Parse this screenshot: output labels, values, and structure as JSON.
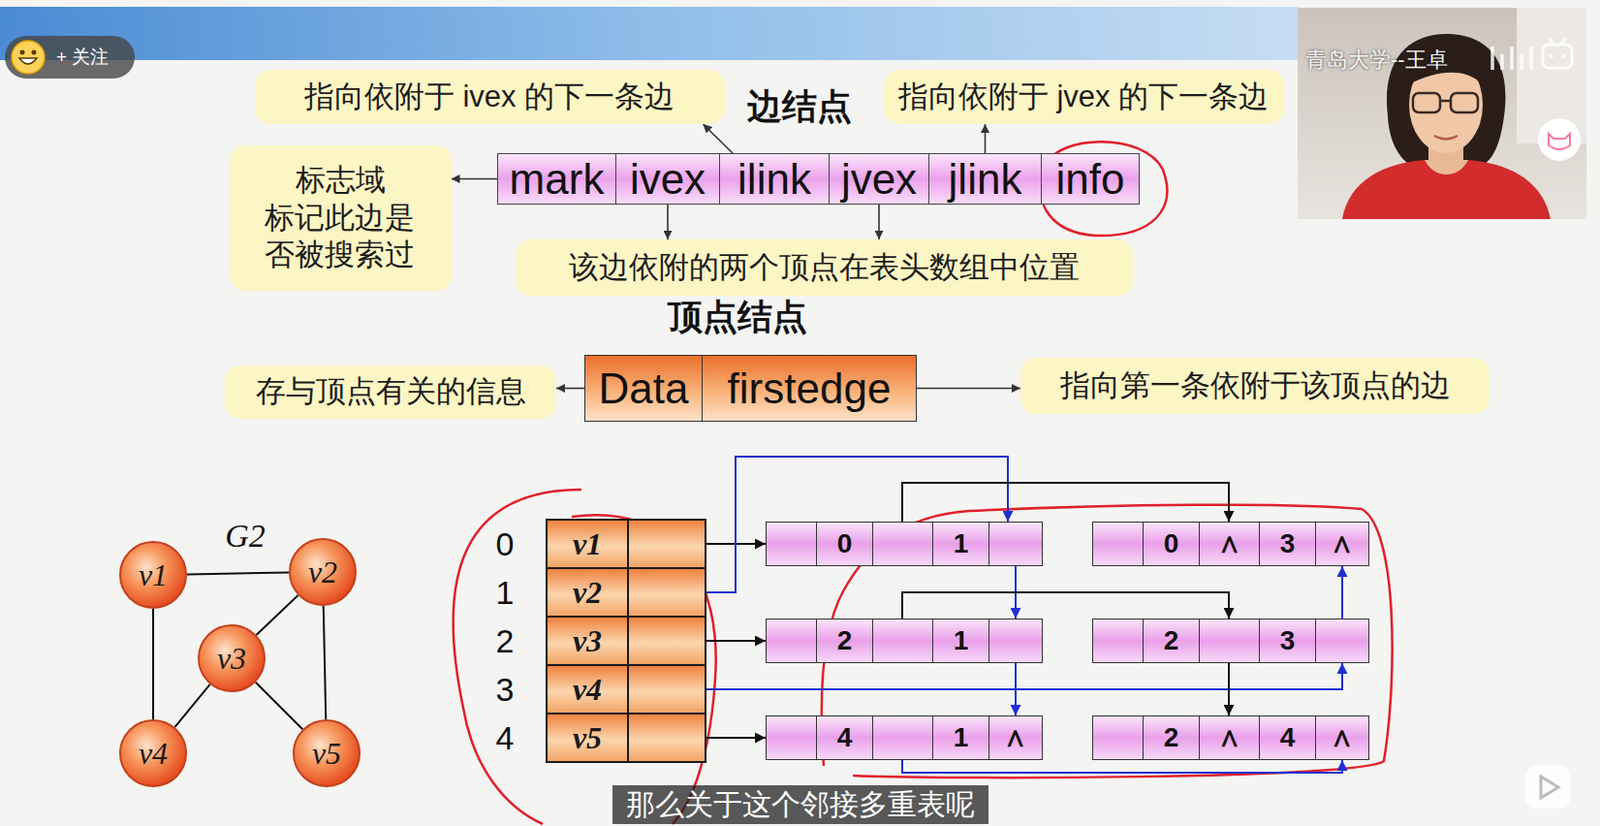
{
  "diagram": {
    "nodes": [
      {
        "text": [
          "指向依附于 ivex 的下一条边"
        ]
      },
      {
        "text": [
          "指向依附于 jvex 的下一条边"
        ]
      },
      {
        "text": [
          "标志域",
          "标记此边是否被搜索过"
        ]
      },
      {
        "text": [
          "mark"
        ]
      },
      {
        "text": [
          "ivex"
        ]
      },
      {
        "text": [
          "ilink"
        ]
      },
      {
        "text": [
          "jvex"
        ]
      },
      {
        "text": [
          "jlink"
        ]
      },
      {
        "text": [
          "info"
        ]
      },
      {
        "text": [
          "该边依附的两个顶点在表头数组中位置"
        ]
      },
      {
        "text": [
          "存与顶点有关的信息"
        ]
      },
      {
        "text": [
          "Data"
        ]
      },
      {
        "text": [
          "firstedge"
        ]
      },
      {
        "text": [
          "指向第一条依附于该顶点的边"
        ]
      },
      {
        "text": [
          "v1"
        ]
      },
      {
        "text": [
          "v2"
        ]
      },
      {
        "text": [
          "v3"
        ]
      },
      {
        "text": [
          "v4"
        ]
      },
      {
        "text": [
          "v5"
        ]
      },
      {
        "text": [
          "v1"
        ]
      },
      {
        "text": [
          "v2"
        ]
      },
      {
        "text": [
          "v3"
        ]
      },
      {
        "text": [
          "v4"
        ]
      },
      {
        "text": [
          "v5"
        ]
      },
      {
        "text": [
          "0",
          "1"
        ]
      },
      {
        "text": [
          "0",
          "∧",
          "3",
          "∧"
        ]
      },
      {
        "text": [
          "2",
          "1"
        ]
      },
      {
        "text": [
          "2",
          "3"
        ]
      },
      {
        "text": [
          "4",
          "1",
          "∧"
        ]
      },
      {
        "text": [
          "2",
          "∧",
          "4",
          "∧"
        ]
      }
    ],
    "edges": [
      {
        "from": 3,
        "to": 2,
        "arrow": "to"
      },
      {
        "from": 5,
        "to": 0,
        "arrow": "to"
      },
      {
        "from": 7,
        "to": 1,
        "arrow": "to"
      },
      {
        "from": 4,
        "to": 9,
        "arrow": "to"
      },
      {
        "from": 6,
        "to": 9,
        "arrow": "to"
      },
      {
        "from": 11,
        "to": 10,
        "arrow": "to"
      },
      {
        "from": 12,
        "to": 13,
        "arrow": "to"
      },
      {
        "from": 14,
        "to": 15,
        "arrow": "none"
      },
      {
        "from": 14,
        "to": 17,
        "arrow": "none"
      },
      {
        "from": 15,
        "to": 16,
        "arrow": "none"
      },
      {
        "from": 15,
        "to": 18,
        "arrow": "none"
      },
      {
        "from": 16,
        "to": 17,
        "arrow": "none"
      },
      {
        "from": 16,
        "to": 18,
        "arrow": "none"
      },
      {
        "from": 19,
        "to": 24,
        "arrow": "to"
      },
      {
        "from": 20,
        "to": 24,
        "arrow": "to"
      },
      {
        "from": 21,
        "to": 26,
        "arrow": "to"
      },
      {
        "from": 22,
        "to": 27,
        "arrow": "to"
      },
      {
        "from": 23,
        "to": 28,
        "arrow": "to"
      },
      {
        "from": 24,
        "to": 25,
        "arrow": "to"
      },
      {
        "from": 24,
        "to": 26,
        "arrow": "to"
      },
      {
        "from": 26,
        "to": 27,
        "arrow": "to"
      },
      {
        "from": 26,
        "to": 28,
        "arrow": "to"
      },
      {
        "from": 27,
        "to": 29,
        "arrow": "to"
      },
      {
        "from": 27,
        "to": 25,
        "arrow": "to"
      },
      {
        "from": 28,
        "to": 29,
        "arrow": "to"
      }
    ],
    "labels": [
      "+ 关注",
      "青岛大学--王卓",
      "边结点",
      "顶点结点",
      "G2",
      "0",
      "1",
      "2",
      "3",
      "4",
      "那么关于这个邻接多重表呢"
    ]
  }
}
